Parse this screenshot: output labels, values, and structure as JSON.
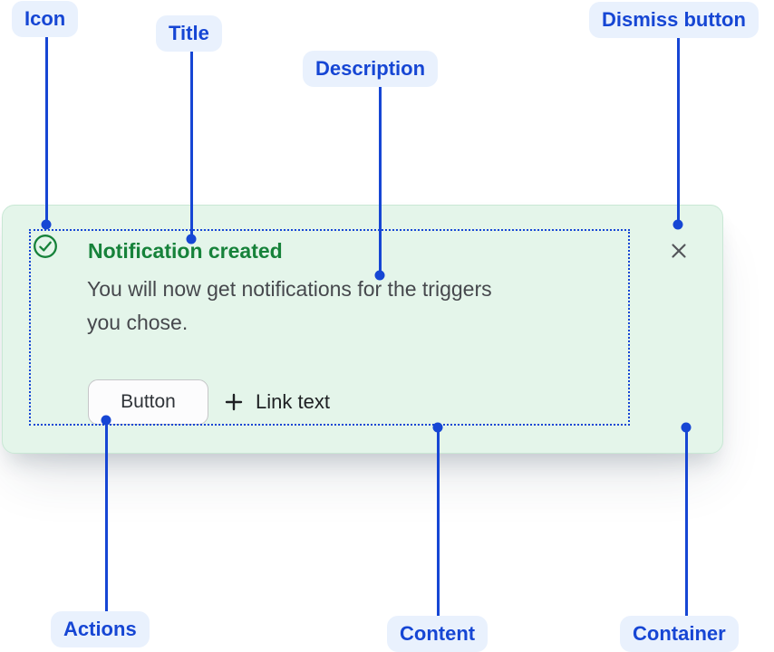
{
  "annotations": {
    "icon": {
      "label": "Icon"
    },
    "title": {
      "label": "Title"
    },
    "description": {
      "label": "Description"
    },
    "dismiss_button": {
      "label": "Dismiss button"
    },
    "actions": {
      "label": "Actions"
    },
    "content": {
      "label": "Content"
    },
    "container": {
      "label": "Container"
    }
  },
  "flag": {
    "title": "Notification created",
    "description_lines": [
      "You will now get notifications for the triggers",
      "you chose."
    ],
    "actions": {
      "button_label": "Button",
      "link_label": "Link text"
    },
    "icons": {
      "status_icon": "success-check-circle-icon",
      "link_icon": "plus-icon",
      "dismiss_icon": "close-x-icon"
    },
    "colors": {
      "annotation_blue": "#1646D4",
      "annotation_pill_bg": "#E9F1FD",
      "success_green": "#16823A",
      "container_bg": "#E4F5EA",
      "container_border": "#C9E8D5",
      "body_text": "#46484D",
      "dismiss_gray": "#54565B"
    }
  }
}
